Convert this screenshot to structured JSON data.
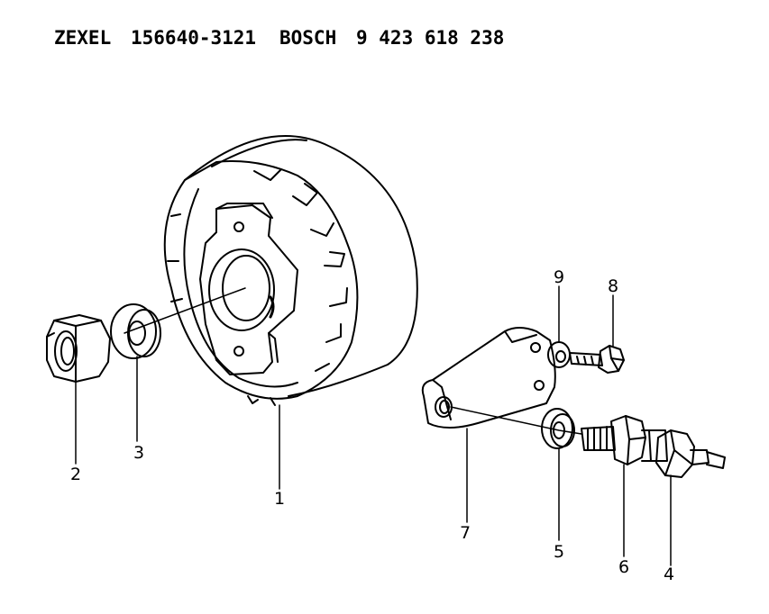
{
  "header": {
    "maker": "ZEXEL",
    "maker_part_no": "156640-3121",
    "oem": "BOSCH",
    "oem_part_no": "9 423 618 238"
  },
  "callouts": [
    "1",
    "2",
    "3",
    "4",
    "5",
    "6",
    "7",
    "8",
    "9"
  ]
}
